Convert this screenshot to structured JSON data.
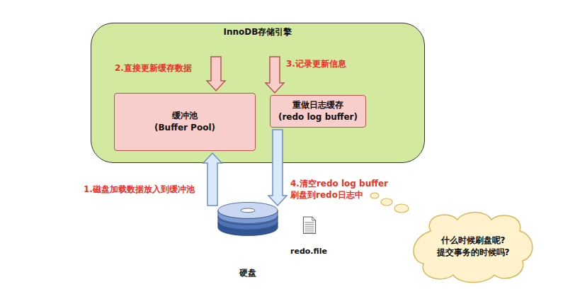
{
  "diagram": {
    "nodes": [
      {
        "text": [
          "InnoDB存储引擎"
        ]
      },
      {
        "text": [
          "缓冲池",
          "(Buffer Pool)"
        ],
        "in": 0
      },
      {
        "text": [
          "重做日志缓存",
          "(redo log buffer)"
        ],
        "in": 0
      },
      {
        "text": [
          "硬盘"
        ]
      },
      {
        "text": [
          "redo.file"
        ]
      },
      {
        "text": [
          "什么时候刷盘呢? 提交事务的时候吗?"
        ]
      }
    ],
    "edges": [
      {
        "from": 0,
        "to": 1,
        "arrow": "to",
        "label": "2.直接更新缓存数据"
      },
      {
        "from": 0,
        "to": 2,
        "arrow": "to",
        "label": "3.记录更新信息"
      },
      {
        "from": 3,
        "to": 1,
        "arrow": "to",
        "label": "1.磁盘加载数据放入到缓冲池"
      },
      {
        "from": 2,
        "to": 3,
        "arrow": "to",
        "label": "4.清空redo log buffer 刷盘到redo日志中"
      }
    ]
  }
}
